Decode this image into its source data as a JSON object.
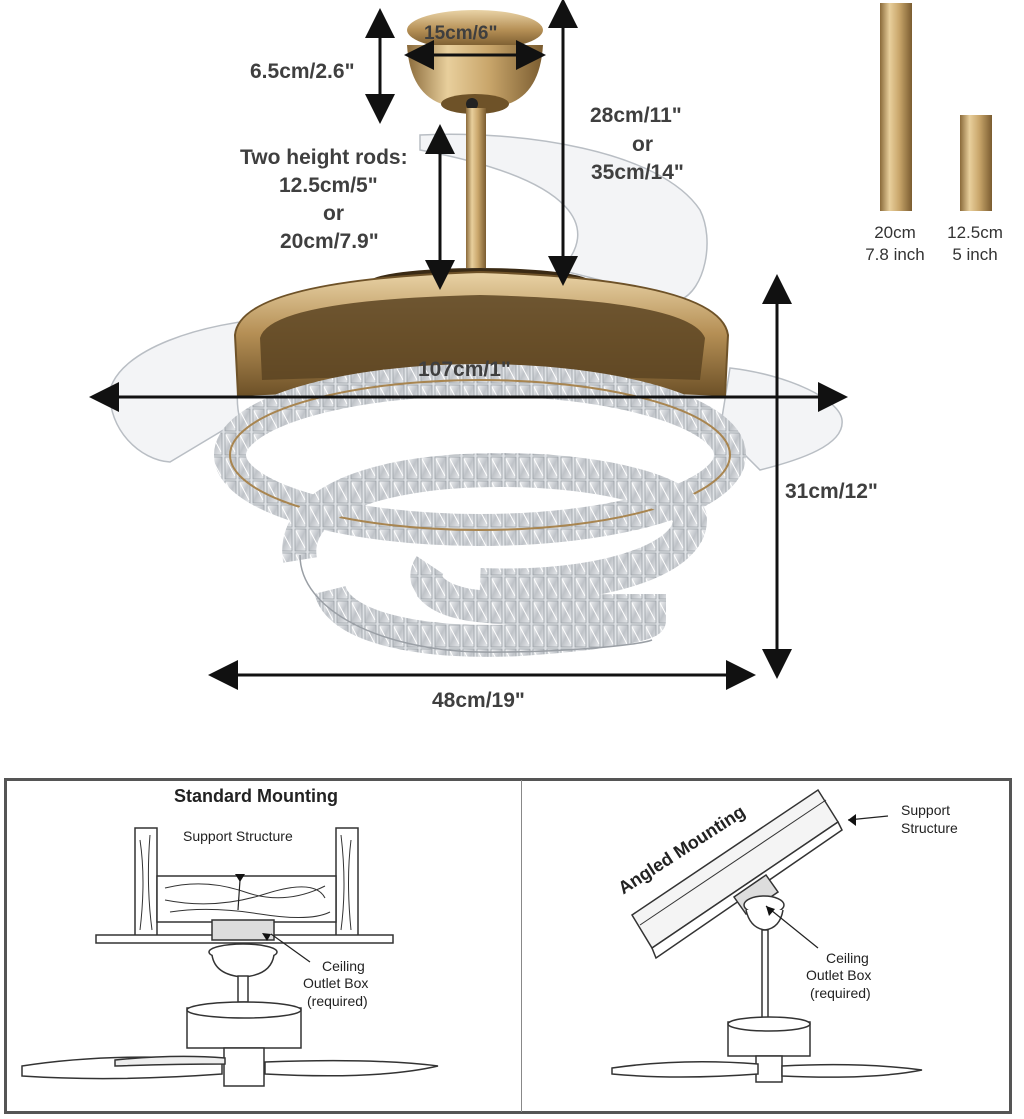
{
  "dimensions": {
    "canopy_width": "15cm/6\"",
    "canopy_height": "6.5cm/2.6\"",
    "height_rods_title": "Two height rods:",
    "height_rod_a": "12.5cm/5\"",
    "height_rods_or": "or",
    "height_rod_b": "20cm/7.9\"",
    "overall_drop_a": "28cm/11\"",
    "overall_drop_or": "or",
    "overall_drop_b": "35cm/14\"",
    "blade_span": "107cm/1\"",
    "light_height": "31cm/12\"",
    "light_width": "48cm/19\""
  },
  "rods": [
    {
      "cm": "20cm",
      "inch": "7.8 inch"
    },
    {
      "cm": "12.5cm",
      "inch": "5 inch"
    }
  ],
  "standard_mounting": {
    "title": "Standard Mounting",
    "support_label": "Support Structure",
    "outlet_line1": "Ceiling",
    "outlet_line2": "Outlet Box",
    "outlet_line3": "(required)"
  },
  "angled_mounting": {
    "title": "Angled Mounting",
    "support_line1": "Support",
    "support_line2": "Structure",
    "outlet_line1": "Ceiling",
    "outlet_line2": "Outlet Box",
    "outlet_line3": "(required)"
  },
  "colors": {
    "gold": "#c9a66b",
    "gold_dark": "#8a6a3a",
    "crystal": "#d7d9dc",
    "arrow": "#111111",
    "text": "#3f3f3f"
  }
}
